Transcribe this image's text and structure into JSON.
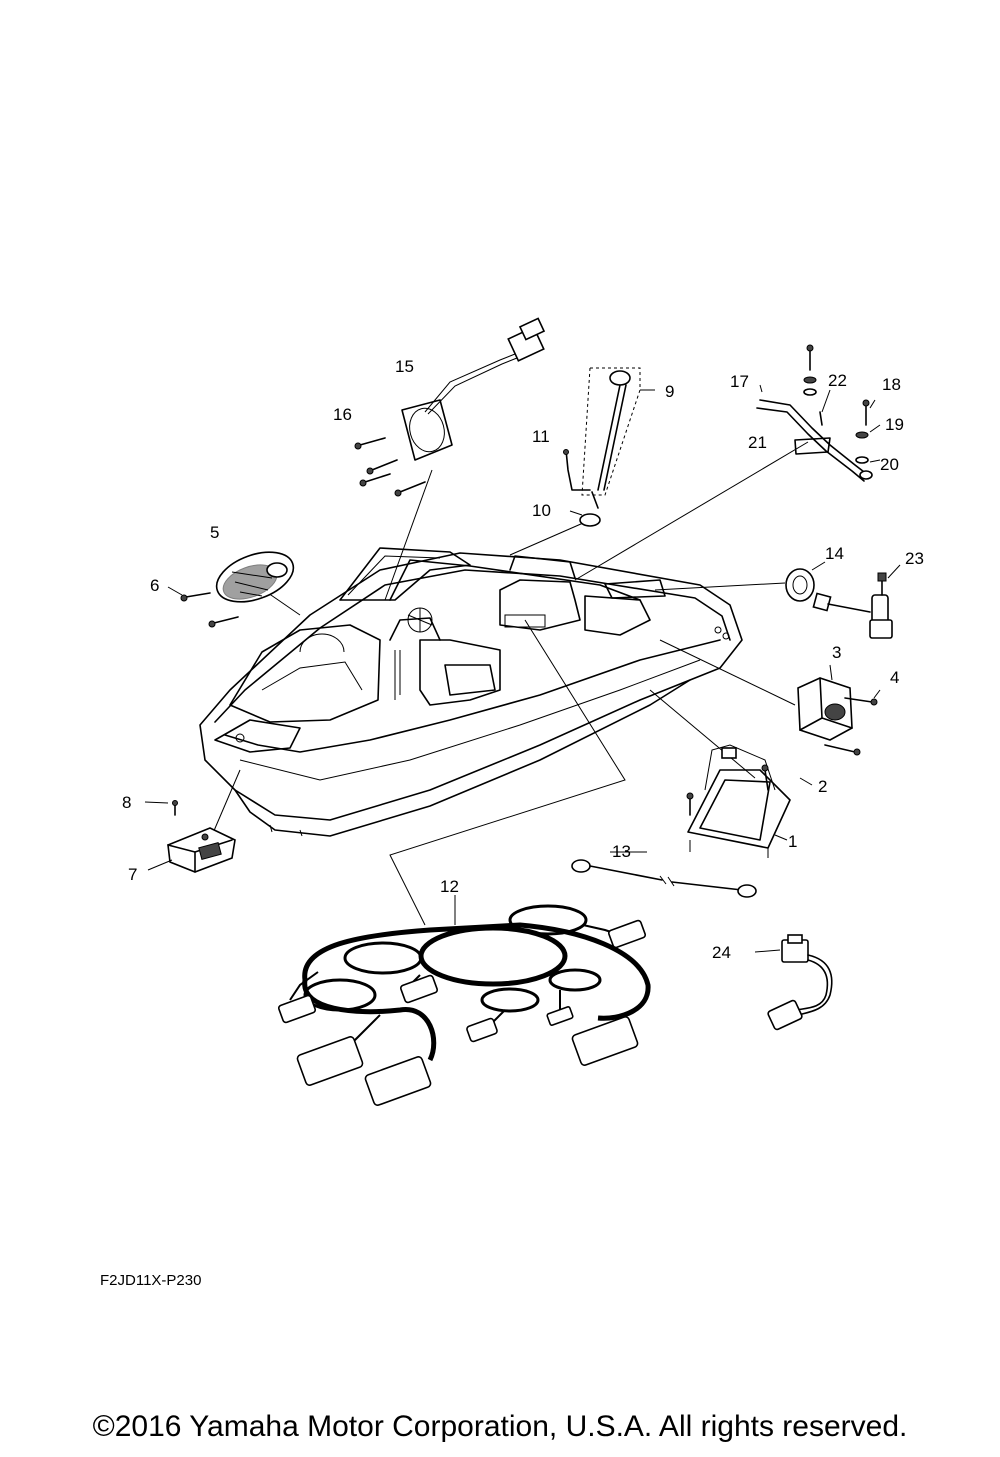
{
  "diagram_code": "F2JD11X-P230",
  "copyright": "©2016 Yamaha Motor Corporation, U.S.A. All rights reserved.",
  "callouts": {
    "c1": "1",
    "c2": "2",
    "c3": "3",
    "c4": "4",
    "c5": "5",
    "c6": "6",
    "c7": "7",
    "c8": "8",
    "c9": "9",
    "c10": "10",
    "c11": "11",
    "c12": "12",
    "c13": "13",
    "c14": "14",
    "c15": "15",
    "c16": "16",
    "c17": "17",
    "c18": "18",
    "c19": "19",
    "c20": "20",
    "c21": "21",
    "c22": "22",
    "c23": "23",
    "c24": "24"
  }
}
